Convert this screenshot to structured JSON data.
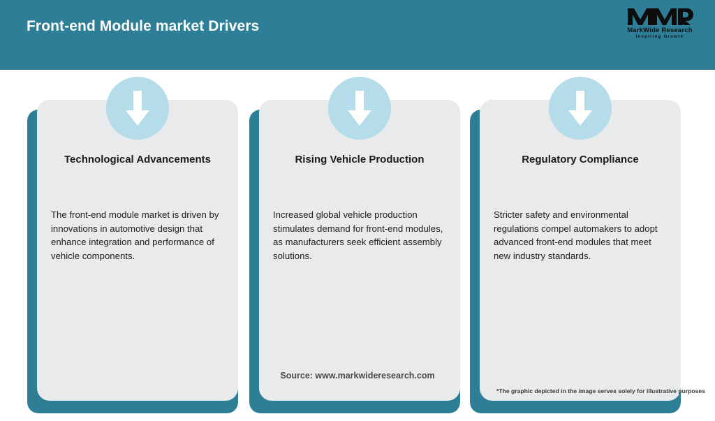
{
  "header": {
    "title": "Front-end Module market Drivers",
    "background_color": "#2d7e96",
    "logo": {
      "mark": "MWR",
      "name": "MarkWide Research",
      "tagline": "Inspiring Growth"
    }
  },
  "cards": [
    {
      "icon": "down-arrow-icon",
      "title": "Technological Advancements",
      "body": "The front-end module market is driven by innovations in automotive design that enhance integration and performance of vehicle components."
    },
    {
      "icon": "down-arrow-icon",
      "title": "Rising Vehicle Production",
      "body": "Increased global vehicle production stimulates demand for front-end modules, as manufacturers seek efficient assembly solutions."
    },
    {
      "icon": "down-arrow-icon",
      "title": "Regulatory Compliance",
      "body": "Stricter safety and environmental regulations compel automakers to adopt advanced front-end modules that meet new industry standards."
    }
  ],
  "footer": {
    "source": "Source: www.markwideresearch.com",
    "disclaimer": "*The graphic depicted in the image serves solely for illustrative purposes"
  },
  "colors": {
    "brand_teal": "#2d7e96",
    "frame_teal": "#2e7e96",
    "card_gray": "#e8eaeb",
    "badge_blue": "#b4dce9",
    "page_background": "#ffffff"
  }
}
